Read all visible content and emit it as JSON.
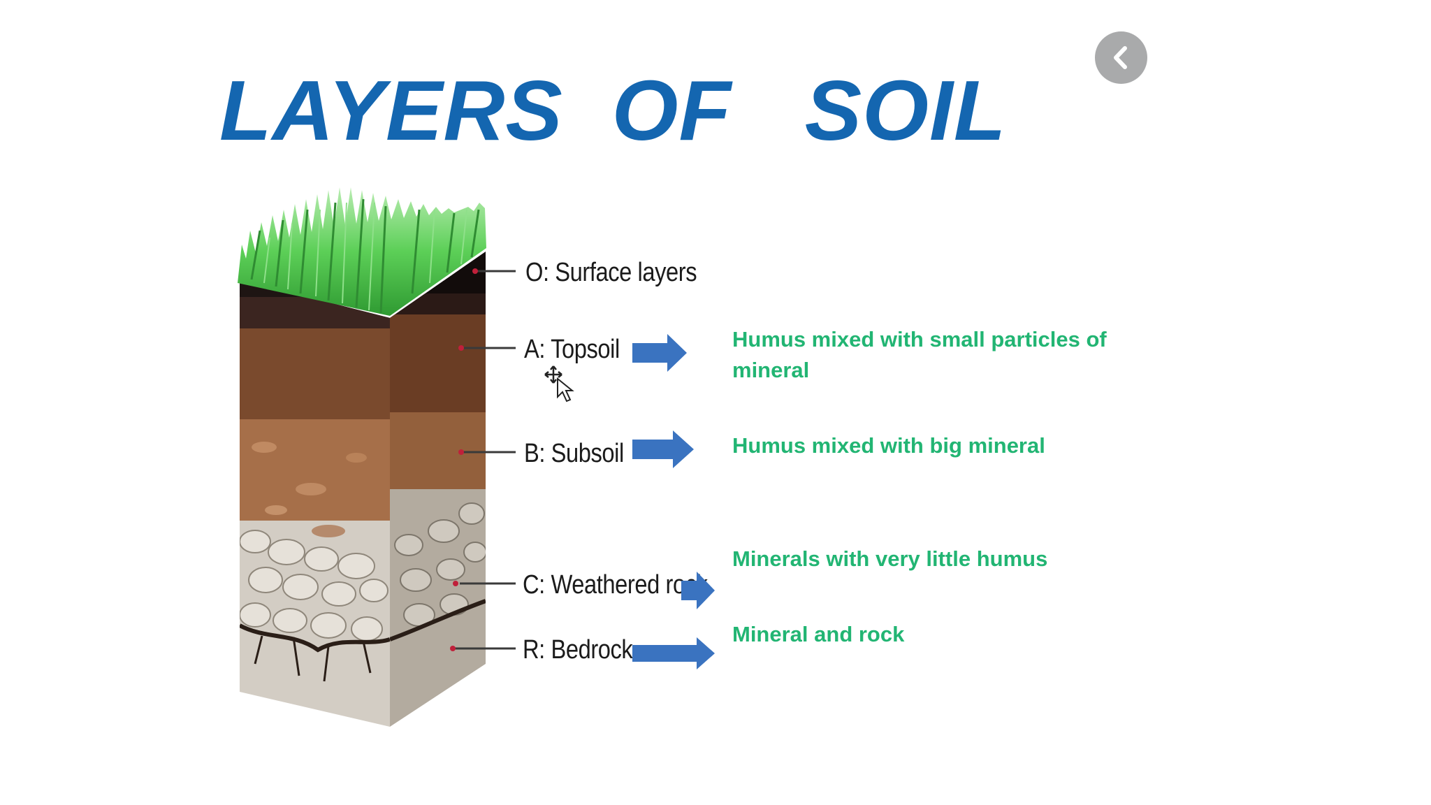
{
  "title": "LAYERS  OF   SOIL",
  "back_button": {
    "icon": "chevron-left-icon"
  },
  "layers": [
    {
      "label": "O: Surface layers",
      "description": ""
    },
    {
      "label": "A: Topsoil",
      "description": "Humus mixed with small particles of mineral"
    },
    {
      "label": "B: Subsoil",
      "description": "Humus mixed with big mineral"
    },
    {
      "label": "C: Weathered rock",
      "description": "Minerals with very little humus"
    },
    {
      "label": "R: Bedrock",
      "description": "Mineral and rock"
    }
  ],
  "colors": {
    "title": "#1466b0",
    "description": "#22b573",
    "arrow": "#3a73c0",
    "leader_line": "#c0203a",
    "back_button": "#a9aaab"
  }
}
